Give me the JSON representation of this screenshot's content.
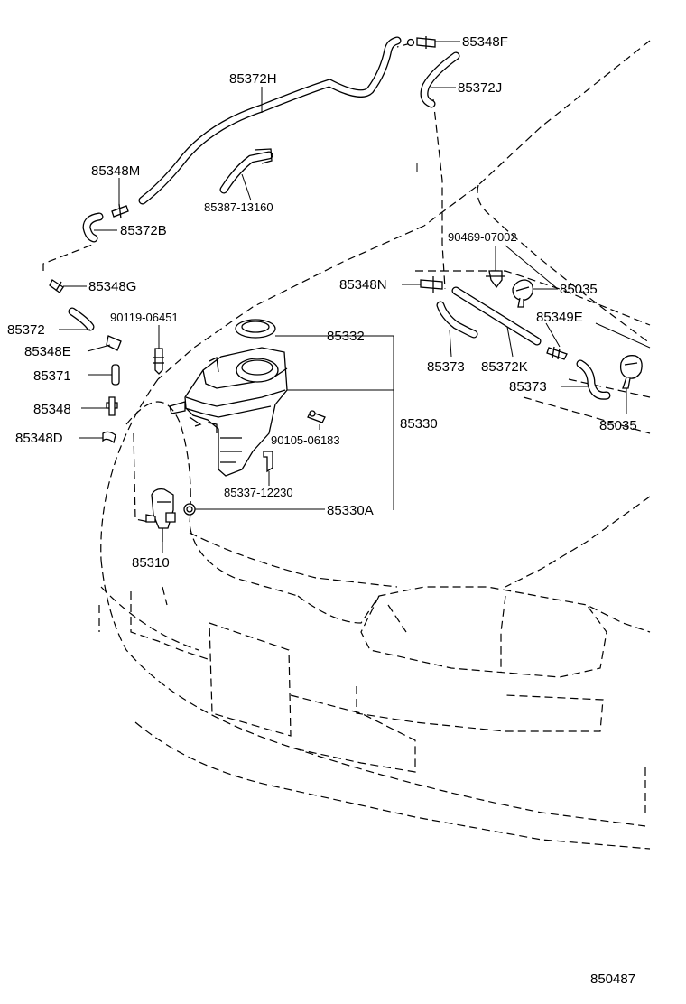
{
  "labels": {
    "p85348F": "85348F",
    "p85372H": "85372H",
    "p85372J": "85372J",
    "p85348M": "85348M",
    "p85387": "85387-13160",
    "p85372B": "85372B",
    "p90469": "90469-07002",
    "p85348G": "85348G",
    "p85348N": "85348N",
    "p85035a": "85035",
    "p90119": "90119-06451",
    "p85372": "85372",
    "p85332": "85332",
    "p85349E": "85349E",
    "p85348E": "85348E",
    "p85373a": "85373",
    "p85372K": "85372K",
    "p85371": "85371",
    "p85373b": "85373",
    "p85348": "85348",
    "p85330": "85330",
    "p85035b": "85035",
    "p85348D": "85348D",
    "p90105": "90105-06183",
    "p85337": "85337-12230",
    "p85330A": "85330A",
    "p85310": "85310",
    "diagram_id": "850487"
  }
}
